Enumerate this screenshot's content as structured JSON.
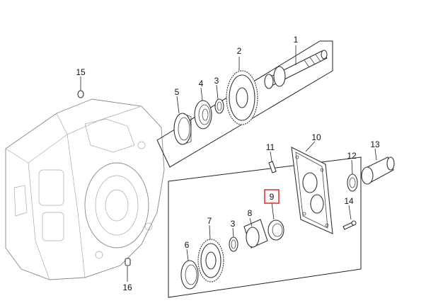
{
  "callouts": [
    {
      "id": "c1",
      "label": "1"
    },
    {
      "id": "c2",
      "label": "2"
    },
    {
      "id": "c3a",
      "label": "3"
    },
    {
      "id": "c3b",
      "label": "3"
    },
    {
      "id": "c4",
      "label": "4"
    },
    {
      "id": "c5",
      "label": "5"
    },
    {
      "id": "c6",
      "label": "6"
    },
    {
      "id": "c7",
      "label": "7"
    },
    {
      "id": "c8",
      "label": "8"
    },
    {
      "id": "c9",
      "label": "9"
    },
    {
      "id": "c10",
      "label": "10"
    },
    {
      "id": "c11",
      "label": "11"
    },
    {
      "id": "c12",
      "label": "12"
    },
    {
      "id": "c13",
      "label": "13"
    },
    {
      "id": "c14",
      "label": "14"
    },
    {
      "id": "c15",
      "label": "15"
    },
    {
      "id": "c16",
      "label": "16"
    }
  ],
  "highlight": {
    "callout": "9",
    "color": "#e53935"
  }
}
